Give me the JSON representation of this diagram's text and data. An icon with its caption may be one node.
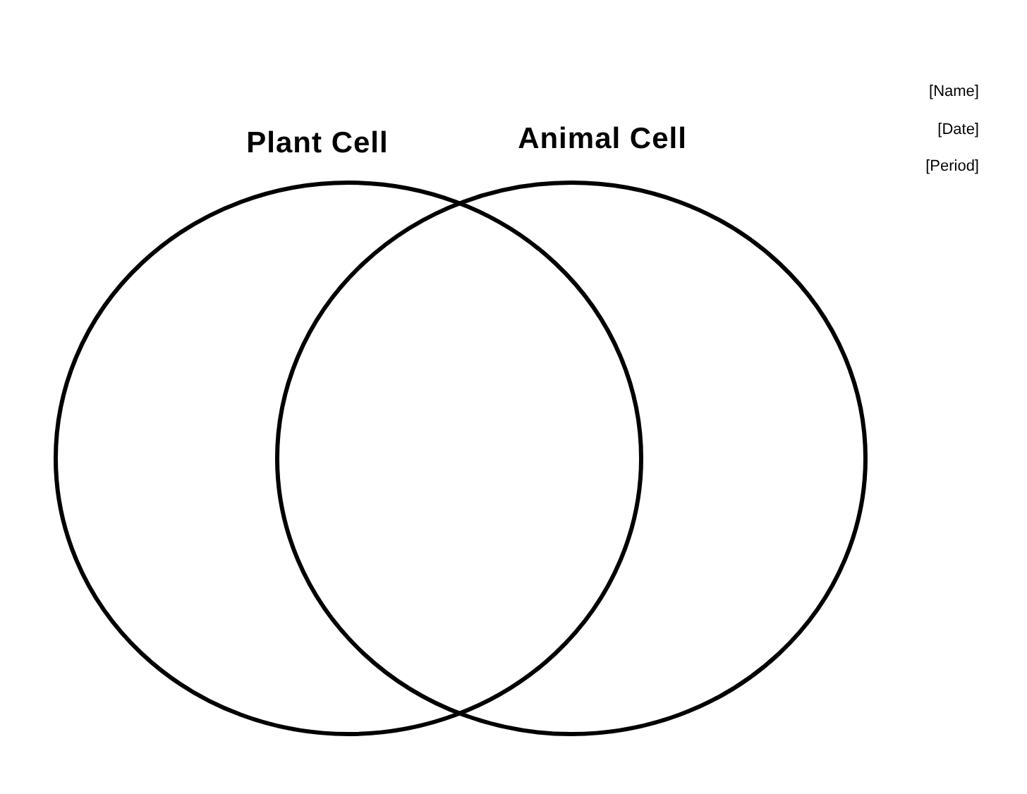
{
  "diagram": {
    "nodes": [
      {
        "text": [
          "Plant Cell"
        ]
      },
      {
        "text": [
          "Animal Cell"
        ]
      }
    ],
    "labels": [
      "[Name]",
      "[Date]",
      "[Period]"
    ]
  }
}
